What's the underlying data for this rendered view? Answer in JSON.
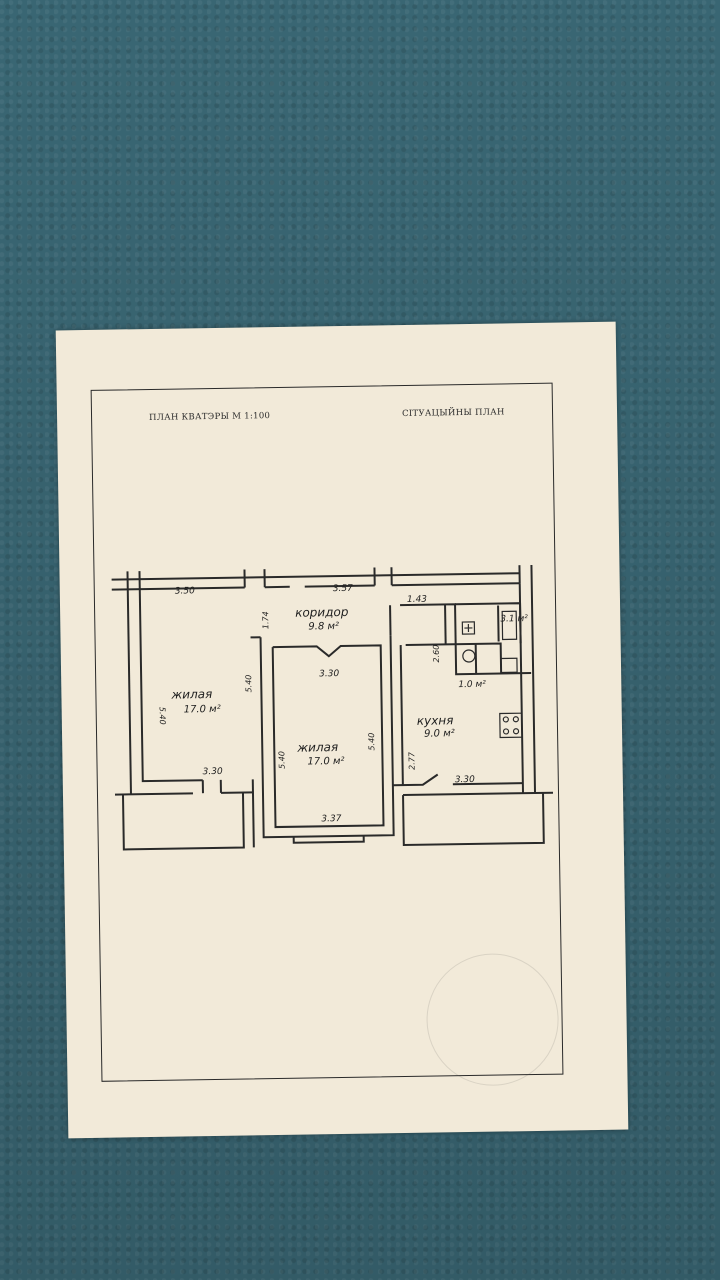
{
  "header": {
    "left": "ПЛАН КВАТЭРЫ М 1:100",
    "right": "СІТУАЦЫЙНЫ ПЛАН"
  },
  "rooms": {
    "corridor": {
      "name": "коридор",
      "area": "9.8 м²"
    },
    "living1": {
      "name": "жилая",
      "area": "17.0 м²"
    },
    "living2": {
      "name": "жилая",
      "area": "17.0 м²"
    },
    "kitchen": {
      "name": "кухня",
      "area": "9.0 м²"
    },
    "bath": {
      "area": "3.1 м²"
    },
    "wc": {
      "area": "1.0 м²"
    }
  },
  "dimensions": {
    "d_350": "3.50",
    "d_357": "3.57",
    "d_174": "1.74",
    "d_143": "1.43",
    "d_260": "2.60",
    "d_540_a": "5.40",
    "d_540_b": "5.40",
    "d_540_c": "5.40",
    "d_540_d": "5.40",
    "d_330_top": "3.30",
    "d_330_left": "3.30",
    "d_330_right": "3.30",
    "d_277": "2.77",
    "d_337": "3.37"
  },
  "colors": {
    "carpet": "#3e6f7d",
    "paper": "#f2ead9",
    "ink": "#2a2a2a"
  }
}
